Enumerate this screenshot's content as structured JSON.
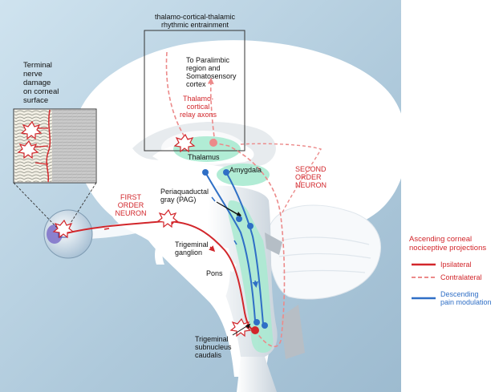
{
  "labels": {
    "entrainment": [
      "thalamo-cortical-thalamic",
      "rhythmic entrainment"
    ],
    "paralimbic": [
      "To Paralimbic",
      "region and",
      "Somatosensory",
      "cortex"
    ],
    "relay": [
      "Thalamo-",
      "cortical",
      "relay axons"
    ],
    "thalamus": "Thalamus",
    "amygdala": "Amygdala",
    "second_order": [
      "SECOND",
      "ORDER",
      "NEURON"
    ],
    "terminal": [
      "Terminal",
      "nerve",
      "damage",
      "on corneal",
      "surface"
    ],
    "first_order": [
      "FIRST",
      "ORDER",
      "NEURON"
    ],
    "pag": [
      "Periaquaductal",
      "gray (PAG)"
    ],
    "trigeminal_ganglion": [
      "Trigeminal",
      "ganglion"
    ],
    "pons": "Pons",
    "subnucleus": [
      "Trigeminal",
      "subnucleus",
      "caudalis"
    ]
  },
  "legend": {
    "title": [
      "Ascending corneal",
      "nociceptive projections"
    ],
    "ipsilateral": "Ipsilateral",
    "contralateral": "Contralateral",
    "descending": [
      "Descending",
      "pain modulation"
    ]
  },
  "colors": {
    "ascending": "#d2262b",
    "descending": "#2f6fc6",
    "background": "#ffffff",
    "brain": "#ffffff",
    "tract": "#a8ead0"
  }
}
